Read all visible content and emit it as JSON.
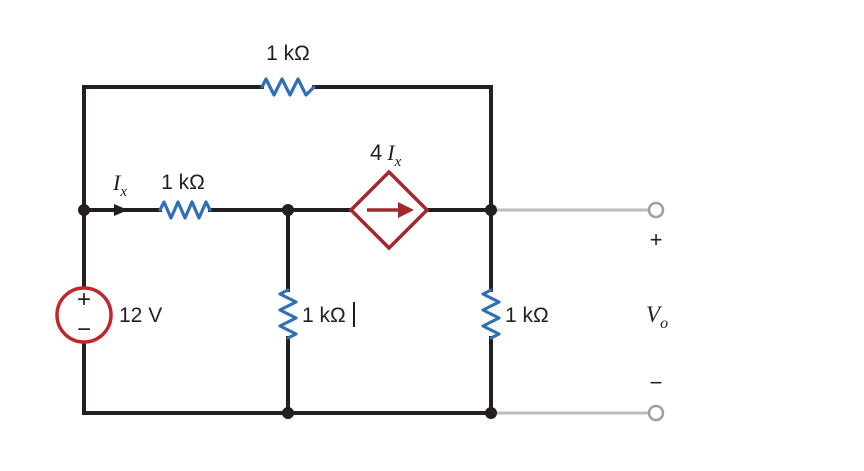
{
  "resistors": {
    "top": "1 kΩ",
    "series": "1 kΩ",
    "middle": "1 kΩ",
    "right": "1 kΩ"
  },
  "source": {
    "label": "12 V",
    "plus": "+",
    "minus": "−"
  },
  "dependent_source": {
    "gain": "4",
    "control_var": "I",
    "control_sub": "x"
  },
  "current_label": {
    "symbol": "I",
    "subscript": "x"
  },
  "output": {
    "symbol": "V",
    "subscript": "o",
    "plus": "+",
    "minus": "−"
  },
  "colors": {
    "wire": "#231f20",
    "resistor": "#2e6fb6",
    "voltage_source": "#c0272d",
    "dependent_source": "#a3282d",
    "terminal_wire": "#bdbdbd"
  }
}
